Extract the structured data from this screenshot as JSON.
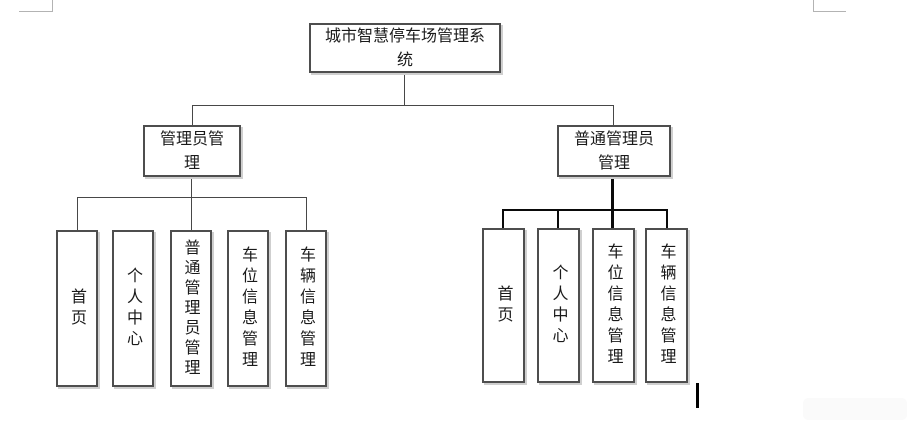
{
  "colors": {
    "box_border": "#4e4e4e",
    "box_fill": "#ffffff",
    "connector_thin": "#474747",
    "connector_bold": "#0a0a0a",
    "text": "#1a1a1a",
    "margin_mark": "#b3b3b3"
  },
  "diagram": {
    "root": {
      "label": "城市智慧停车场管理系统"
    },
    "branches": [
      {
        "label": "管理员管理",
        "children": [
          "首页",
          "个人中心",
          "普通管理员管理",
          "车位信息管理",
          "车辆信息管理"
        ]
      },
      {
        "label": "普通管理员管理",
        "children": [
          "首页",
          "个人中心",
          "车位信息管理",
          "车辆信息管理"
        ]
      }
    ]
  }
}
